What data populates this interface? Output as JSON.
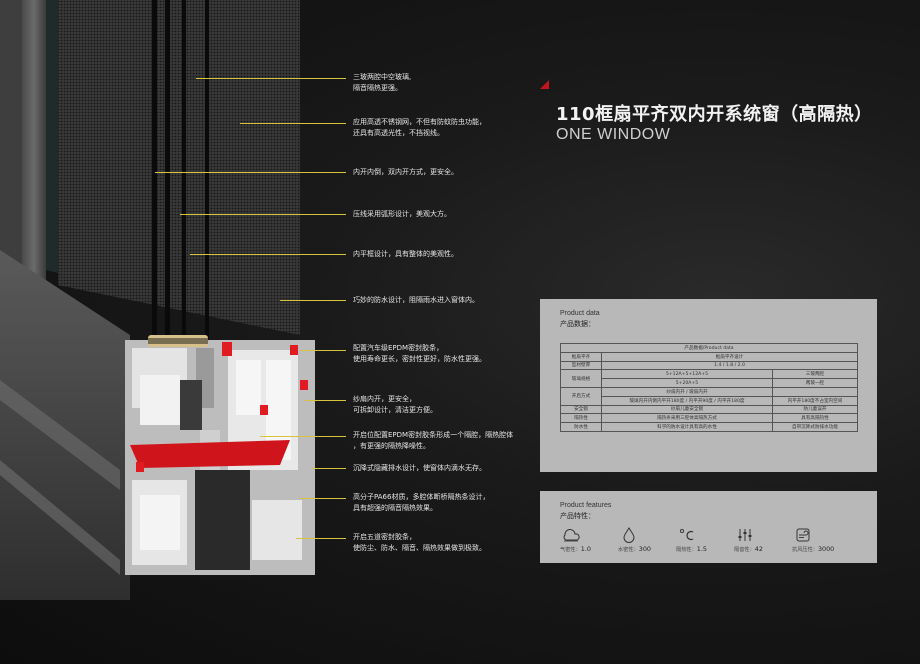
{
  "title": {
    "cn": "110框扇平齐双内开系统窗（高隔热）",
    "en": "ONE WINDOW"
  },
  "accent_color": "#c4141e",
  "annotations": [
    {
      "line1": "三玻两腔中空玻璃,",
      "line2": "隔音隔热更强。"
    },
    {
      "line1": "应用高透不锈钢网，不但有防蚊防虫功能，",
      "line2": "还具有高透光性，不挡视线。"
    },
    {
      "line1": "内开内倒，双内开方式，更安全。",
      "line2": ""
    },
    {
      "line1": "压线采用弧形设计，美观大方。",
      "line2": ""
    },
    {
      "line1": "内平框设计，具有整体的美观性。",
      "line2": ""
    },
    {
      "line1": "巧妙的防水设计，阻隔雨水进入窗体内。",
      "line2": ""
    },
    {
      "line1": "配置汽车级EPDM密封胶条，",
      "line2": "使用寿命更长，密封性更好，防水性更强。"
    },
    {
      "line1": "纱扇内开，更安全，",
      "line2": "可拆卸设计，清洁更方便。"
    },
    {
      "line1": "开启位配置EPDM密封胶条形成一个隔腔，隔热腔体",
      "line2": "，有更强的隔热降噪性。"
    },
    {
      "line1": "沉降式隐藏排水设计，使窗体内滴水无存。",
      "line2": ""
    },
    {
      "line1": "高分子PA66材质，多腔体断桥隔热条设计，",
      "line2": "具有超强的隔音隔热效果。"
    },
    {
      "line1": "开启五道密封胶条，",
      "line2": "使防尘、防水、隔音、隔热效果做到极致。"
    }
  ],
  "product_data": {
    "heading_en": "Product data",
    "heading_cn": "产品数据：",
    "table_title": "产品数据/Product data",
    "rows": [
      {
        "label": "框扇平齐",
        "col1": "框扇平齐设计",
        "col2": ""
      },
      {
        "label": "型材壁厚",
        "col1": "1.4 / 1.8 / 2.0",
        "col2": ""
      },
      {
        "label": "玻璃规格",
        "col1": "5+12A+5+12A+5",
        "col2": "三玻两腔"
      },
      {
        "label": "",
        "col1": "5+20A+5",
        "col2": "两玻一腔"
      },
      {
        "label": "开启方式",
        "col1": "纱扇内开 / 玻扇内开",
        "col2": ""
      },
      {
        "label": "",
        "col1": "玻璃内开内倒内平开180度 / 内平开90度 / 内平开180度",
        "col2": "内平开180度不占室内空间"
      },
      {
        "label": "安全锁",
        "col1": "纱扇儿童安全锁",
        "col2": "防儿童误开"
      },
      {
        "label": "隔热性",
        "col1": "隔热条采用三腔体高隔热方式",
        "col2": "具有高隔热性"
      },
      {
        "label": "防水性",
        "col1": "科学的防水设计具有高的水性",
        "col2": "自带沉降式防排水功能"
      }
    ]
  },
  "product_features": {
    "heading_en": "Product features",
    "heading_cn": "产品特性：",
    "items": [
      {
        "icon": "air-tightness-icon",
        "label": "气密性：",
        "value": "1.0"
      },
      {
        "icon": "water-tightness-icon",
        "label": "水密性：",
        "value": "300"
      },
      {
        "icon": "thermal-insulation-icon",
        "label": "隔热性：",
        "value": "1.5"
      },
      {
        "icon": "sound-insulation-icon",
        "label": "隔音性：",
        "value": "42"
      },
      {
        "icon": "wind-pressure-icon",
        "label": "抗风压性：",
        "value": "3000"
      }
    ]
  }
}
